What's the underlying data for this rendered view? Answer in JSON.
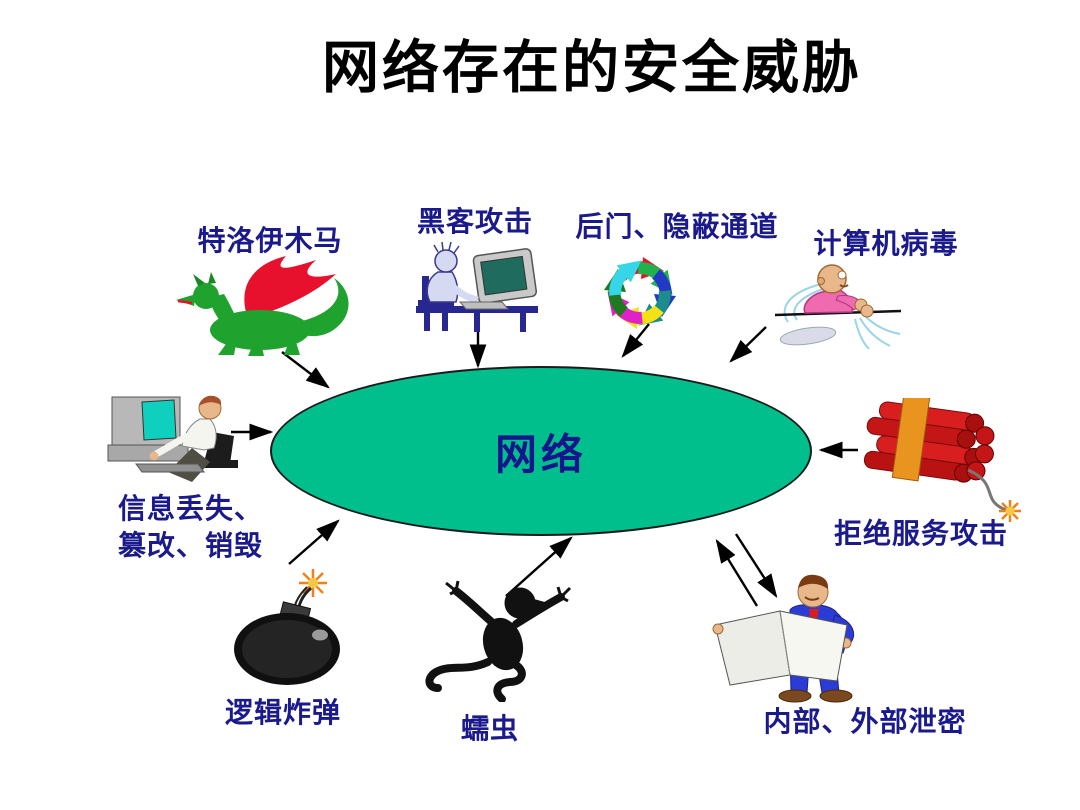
{
  "slide": {
    "title": "网络存在的安全威胁",
    "background_color": "#FFFFFF",
    "center_node": {
      "label": "网络",
      "fill_color": "#00BF8C",
      "label_color": "#15158C"
    },
    "label_color": "#1A1A8C",
    "threats": {
      "trojan": {
        "label": "特洛伊木马",
        "icon": "dragon-icon"
      },
      "hacker": {
        "label": "黑客攻击",
        "icon": "hacker-at-computer-icon"
      },
      "backdoor": {
        "label": "后门、隐蔽通道",
        "icon": "circular-arrows-icon"
      },
      "virus": {
        "label": "计算机病毒",
        "icon": "sneezing-man-icon"
      },
      "info_loss": {
        "label_line1": "信息丢失、",
        "label_line2": "篡改、销毁",
        "icon": "user-at-workstation-icon"
      },
      "dos": {
        "label": "拒绝服务攻击",
        "icon": "dynamite-icon"
      },
      "logic_bomb": {
        "label": "逻辑炸弹",
        "icon": "bomb-icon"
      },
      "worm": {
        "label": "蠕虫",
        "icon": "worm-figure-icon"
      },
      "leak": {
        "label": "内部、外部泄密",
        "icon": "man-reading-newspaper-icon"
      }
    }
  }
}
